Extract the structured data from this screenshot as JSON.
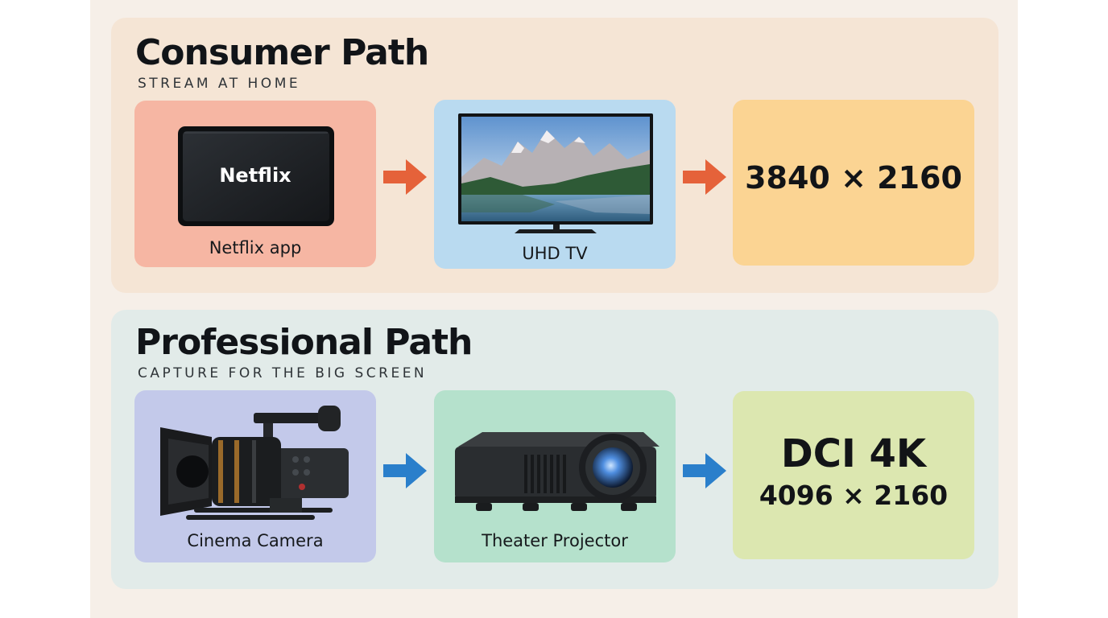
{
  "consumer": {
    "title": "Consumer Path",
    "subtitle": "STREAM AT HOME",
    "steps": [
      {
        "label": "Netflix app",
        "screen_text": "Netflix",
        "icon": "tablet-icon"
      },
      {
        "label": "UHD TV",
        "icon": "tv-icon"
      }
    ],
    "result": {
      "resolution": "3840 × 2160"
    },
    "arrow_color": "#e5623a"
  },
  "professional": {
    "title": "Professional Path",
    "subtitle": "CAPTURE FOR THE BIG SCREEN",
    "steps": [
      {
        "label": "Cinema Camera",
        "icon": "cinema-camera-icon"
      },
      {
        "label": "Theater Projector",
        "icon": "projector-icon"
      }
    ],
    "result": {
      "name": "DCI 4K",
      "resolution": "4096 × 2160"
    },
    "arrow_color": "#2a7fcb"
  },
  "colors": {
    "consumer_panel": "#f5e5d5",
    "professional_panel": "#e2ebe9",
    "netflix_card": "#f6b6a3",
    "tv_card": "#b9daf0",
    "consumer_result_card": "#fbd493",
    "camera_card": "#c3c9ea",
    "projector_card": "#b5e1cc",
    "professional_result_card": "#dce7b0"
  }
}
